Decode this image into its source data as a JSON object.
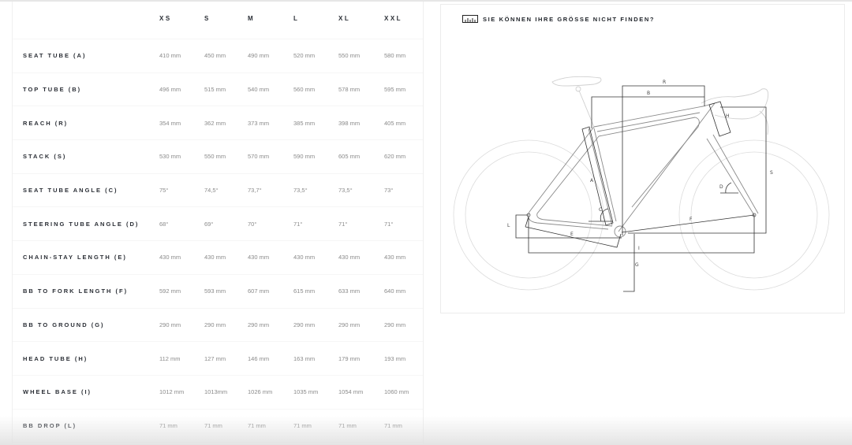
{
  "geometry_table": {
    "sizes": [
      "XS",
      "S",
      "M",
      "L",
      "XL",
      "XXL"
    ],
    "rows": [
      {
        "label": "SEAT TUBE (A)",
        "values": [
          "410 mm",
          "450 mm",
          "490 mm",
          "520 mm",
          "550 mm",
          "580 mm"
        ]
      },
      {
        "label": "TOP TUBE (B)",
        "values": [
          "496 mm",
          "515 mm",
          "540 mm",
          "560 mm",
          "578 mm",
          "595 mm"
        ]
      },
      {
        "label": "REACH (R)",
        "values": [
          "354 mm",
          "362 mm",
          "373 mm",
          "385 mm",
          "398 mm",
          "405 mm"
        ]
      },
      {
        "label": "STACK (S)",
        "values": [
          "530 mm",
          "550 mm",
          "570 mm",
          "590 mm",
          "605 mm",
          "620 mm"
        ]
      },
      {
        "label": "SEAT TUBE ANGLE (C)",
        "values": [
          "75°",
          "74,5°",
          "73,7°",
          "73,5°",
          "73,5°",
          "73°"
        ]
      },
      {
        "label": "STEERING TUBE ANGLE (D)",
        "values": [
          "68°",
          "69°",
          "70°",
          "71°",
          "71°",
          "71°"
        ]
      },
      {
        "label": "CHAIN-STAY LENGTH (E)",
        "values": [
          "430 mm",
          "430 mm",
          "430 mm",
          "430 mm",
          "430 mm",
          "430 mm"
        ]
      },
      {
        "label": "BB TO FORK LENGTH (F)",
        "values": [
          "592 mm",
          "593 mm",
          "607 mm",
          "615 mm",
          "633 mm",
          "640 mm"
        ]
      },
      {
        "label": "BB TO GROUND (G)",
        "values": [
          "290 mm",
          "290 mm",
          "290 mm",
          "290 mm",
          "290 mm",
          "290 mm"
        ]
      },
      {
        "label": "HEAD TUBE (H)",
        "values": [
          "112 mm",
          "127 mm",
          "146 mm",
          "163 mm",
          "179 mm",
          "193 mm"
        ]
      },
      {
        "label": "WHEEL BASE (I)",
        "values": [
          "1012 mm",
          "1013mm",
          "1026 mm",
          "1035 mm",
          "1054 mm",
          "1060 mm"
        ]
      },
      {
        "label": "BB DROP (L)",
        "values": [
          "71 mm",
          "71 mm",
          "71 mm",
          "71 mm",
          "71 mm",
          "71 mm"
        ]
      }
    ]
  },
  "diagram": {
    "finder_icon": "ruler-icon",
    "finder_label": "SIE KÖNNEN IHRE GRÖSSE NICHT FINDEN?",
    "dimension_labels": {
      "R": "R",
      "B": "B",
      "H": "H",
      "S": "S",
      "A": "A",
      "C": "C",
      "D": "D",
      "F": "F",
      "E": "E",
      "L": "L",
      "I": "I",
      "G": "G"
    }
  }
}
